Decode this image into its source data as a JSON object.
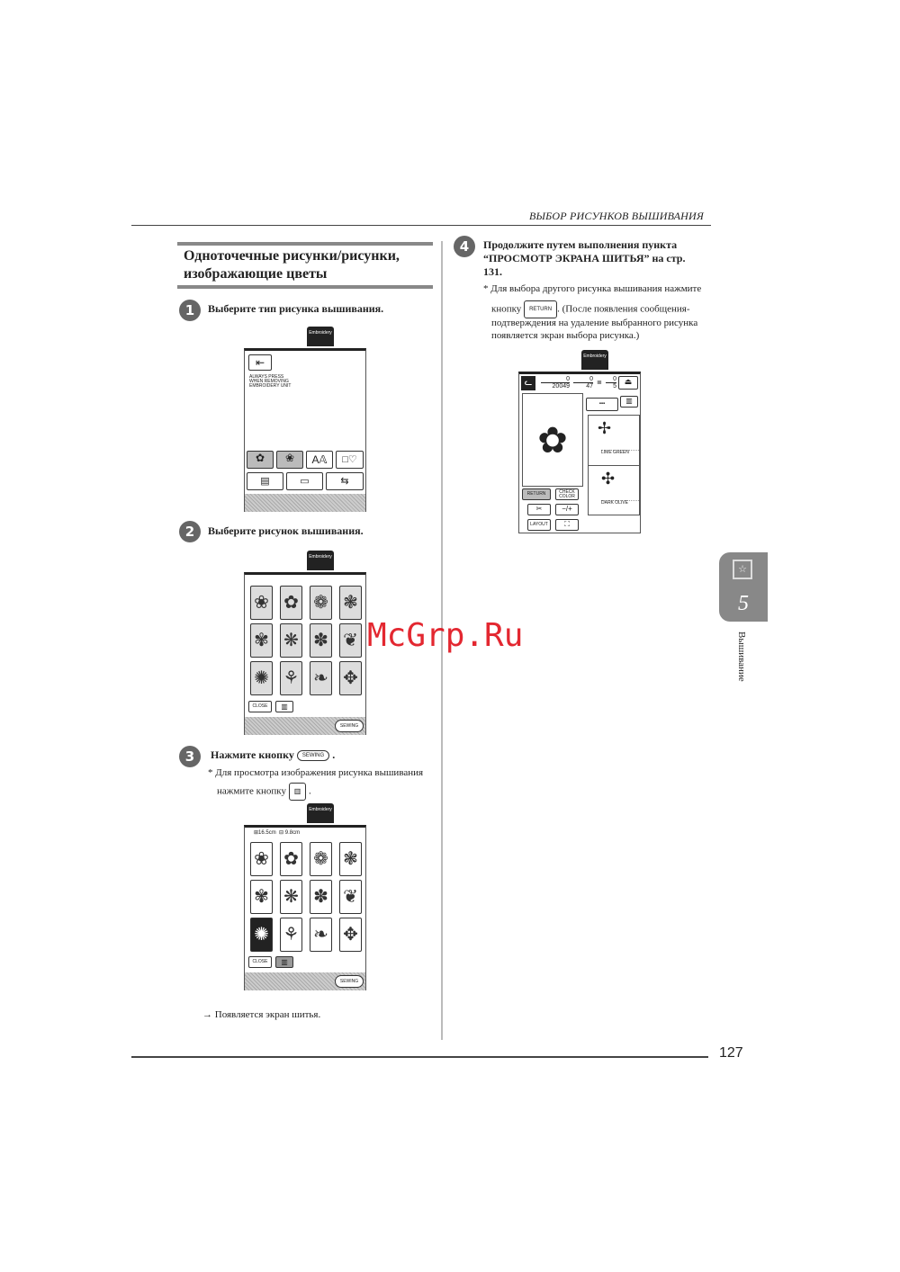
{
  "header": {
    "running_title": "ВЫБОР РИСУНКОВ ВЫШИВАНИЯ"
  },
  "section": {
    "title_line1": "Одноточечные рисунки/рисунки,",
    "title_line2": "изображающие цветы"
  },
  "steps": [
    {
      "num": "1",
      "text": "Выберите тип рисунка вышивания."
    },
    {
      "num": "2",
      "text": "Выберите рисунок вышивания."
    },
    {
      "num": "3",
      "text": "Нажмите кнопку",
      "button": "SEWING",
      "note_line1": "Для просмотра изображения рисунка вышивания",
      "note_line2": "нажмите кнопку"
    },
    {
      "num": "4",
      "line1": "Продолжите путем выполнения пункта",
      "line2": "“ПРОСМОТР ЭКРАНА ШИТЬЯ” на стр.",
      "line3": "131.",
      "note1": "Для выбора другого рисунка вышивания нажмите",
      "note2a": "кнопку",
      "note2_button": "RETURN",
      "note2b": ". (После появления сообщения-",
      "note3": "подтверждения на удаление выбранного рисунка",
      "note4": "появляется экран выбора рисунка.)"
    }
  ],
  "result_text": "Появляется экран шитья.",
  "screen": {
    "tab": "Embroidery",
    "warning": [
      "ALWAYS PRESS",
      "WHEN REMOVING",
      "EMBROIDERY UNIT"
    ],
    "close": "CLOSE",
    "sewing": "SEWING",
    "size_h": "16.5cm",
    "size_w": "9.8cm"
  },
  "sewing_screen": {
    "stitches_top": "0",
    "stitches_total": "20049",
    "time_top": "0",
    "time_total": "47",
    "time_unit": "min",
    "colors_top": "0",
    "colors_total": "5",
    "color1": "LIME GREEN",
    "color2": "DARK OLIVE",
    "return": "RETURN",
    "check_color": "CHECK COLOR",
    "layout": "LAYOUT"
  },
  "side_tab": {
    "chapter": "5",
    "label": "Вышивание"
  },
  "page_number": "127",
  "watermark": "McGrp.Ru"
}
